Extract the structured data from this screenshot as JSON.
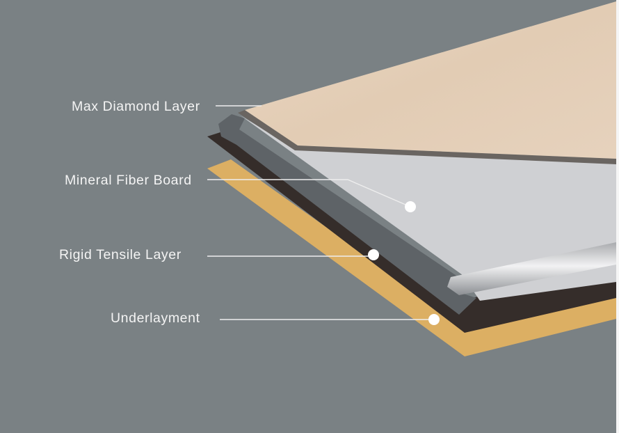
{
  "labels": {
    "max_diamond_layer": "Max Diamond Layer",
    "mineral_fiber_board": "Mineral Fiber Board",
    "rigid_tensile_layer": "Rigid Tensile Layer",
    "underlayment": "Underlayment"
  },
  "colors": {
    "background": "#7a8184",
    "wood_surface": "#e3cdb6",
    "board_top": "#cfd0d3",
    "board_side": "#5e6367",
    "rigid_layer": "#352d2a",
    "underlayment": "#dcaf63"
  }
}
